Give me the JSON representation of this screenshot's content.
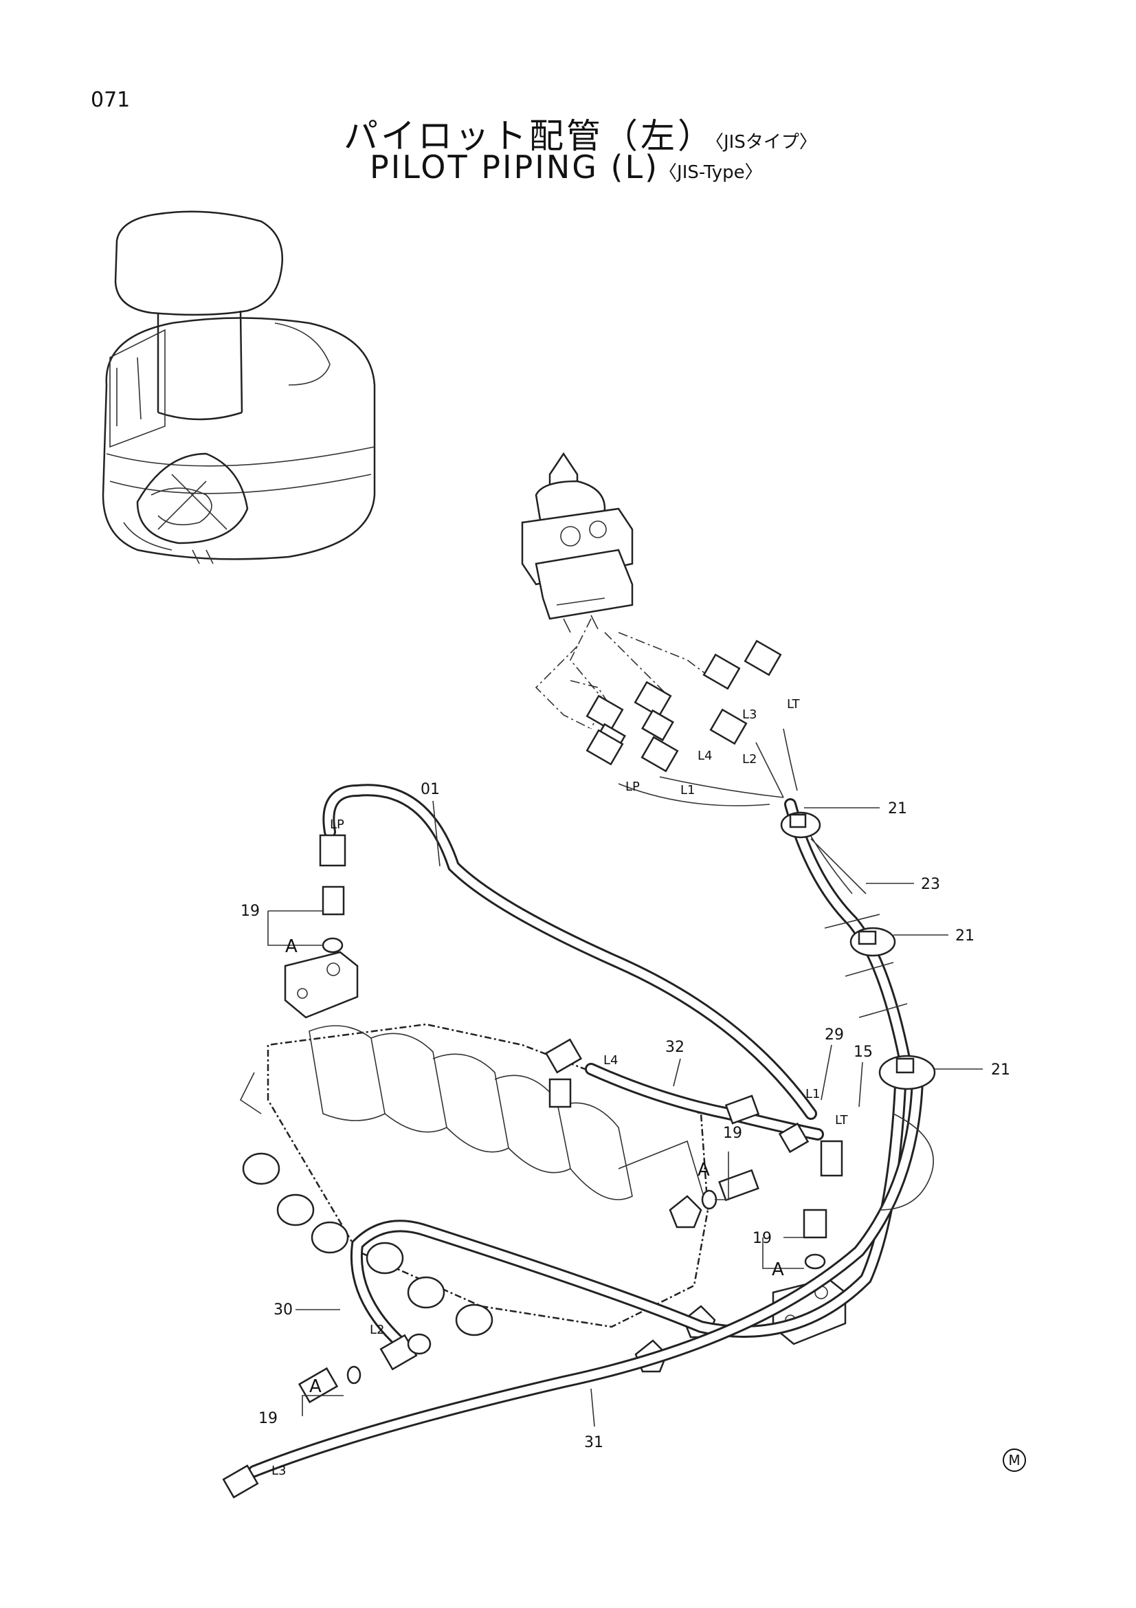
{
  "page": {
    "number": "071",
    "title_jp": "パイロット配管（左）",
    "title_jp_suffix": "〈JISタイプ〉",
    "title_en": "PILOT PIPING (L)",
    "title_en_suffix": "〈JIS-Type〉",
    "mark": "M"
  },
  "callouts": {
    "c01": "01",
    "c15": "15",
    "c19a": "19",
    "c19b": "19",
    "c19c": "19",
    "c19d": "19",
    "c21a": "21",
    "c21b": "21",
    "c21c": "21",
    "c23": "23",
    "c29": "29",
    "c30": "30",
    "c31": "31",
    "c32": "32",
    "detail_a1": "A",
    "detail_a2": "A",
    "detail_a3": "A",
    "detail_a4": "A"
  },
  "port_labels": {
    "lp_top": "LP",
    "lp_valve": "LP",
    "l1_valve": "L1",
    "l2_valve": "L2",
    "l3_valve": "L3",
    "l4_valve": "L4",
    "lt_valve": "LT",
    "l1_junction": "L1",
    "lt_junction": "LT",
    "l4_pipe": "L4",
    "l2_pipe": "L2",
    "l3_pipe": "L3"
  }
}
